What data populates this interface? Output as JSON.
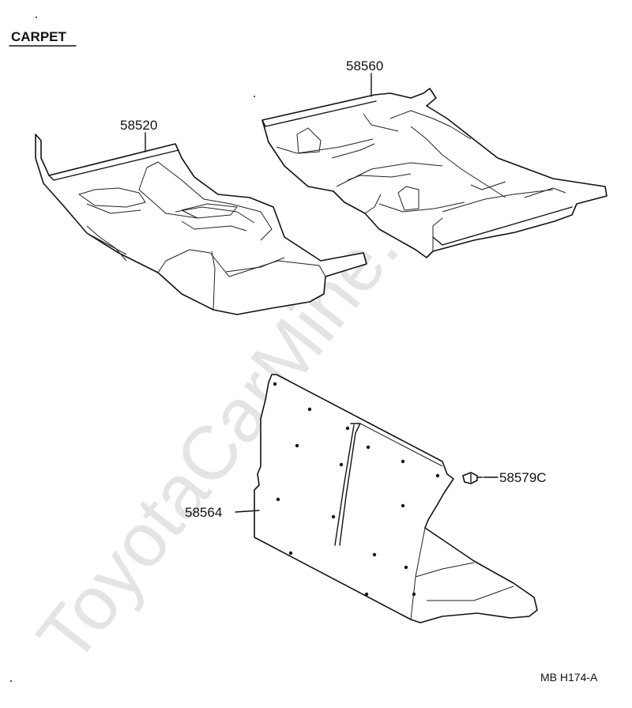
{
  "title": "CARPET",
  "parts": [
    {
      "number": "58520"
    },
    {
      "number": "58560"
    },
    {
      "number": "58564"
    },
    {
      "number": "58579C"
    }
  ],
  "diagram_code": "MB  H174-A",
  "watermark": "ToyotaCarMine.ru"
}
